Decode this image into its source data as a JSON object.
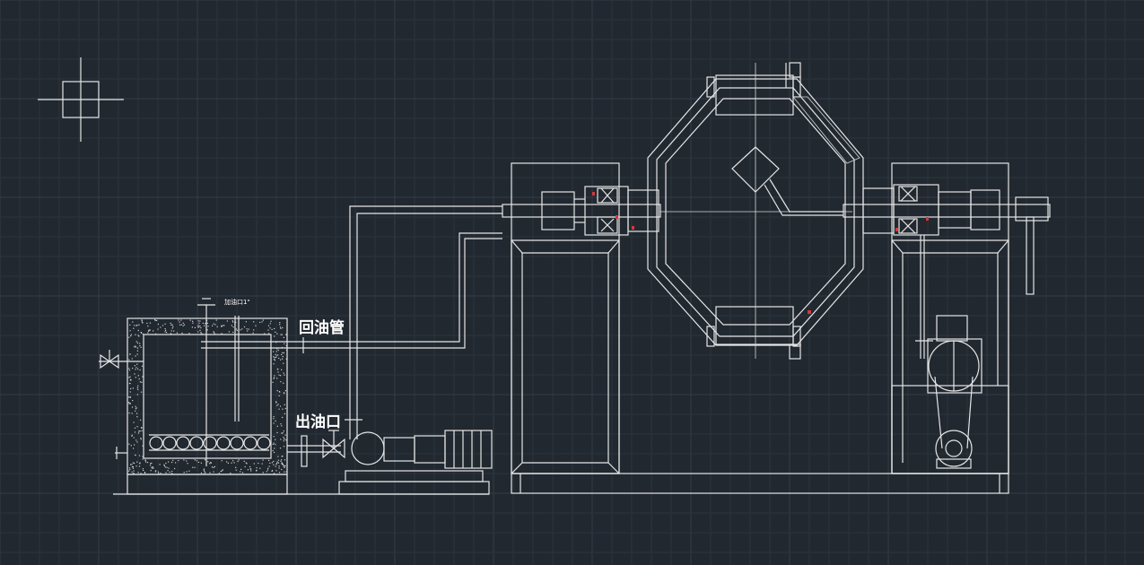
{
  "labels": {
    "return_pipe": "回油管",
    "oil_outlet": "出油口",
    "tank_note": "加油口1\""
  },
  "colors": {
    "background": "#212830",
    "line": "#e6e6e6",
    "accent": "#d23a3a"
  },
  "icons": {
    "cursor": "crosshair-cursor-icon"
  }
}
